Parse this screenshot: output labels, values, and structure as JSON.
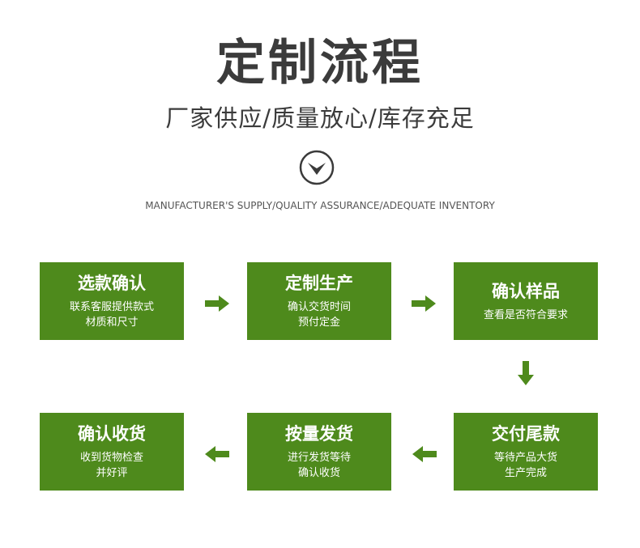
{
  "header": {
    "title": "定制流程",
    "subtitle": "厂家供应/质量放心/库存充足",
    "english": "MANUFACTURER'S SUPPLY/QUALITY ASSURANCE/ADEQUATE INVENTORY"
  },
  "colors": {
    "box": "#4e8a1c",
    "arrow": "#4e8a1c",
    "text": "#3b3b3b"
  },
  "steps": [
    {
      "title": "选款确认",
      "line1": "联系客服提供款式",
      "line2": "材质和尺寸"
    },
    {
      "title": "定制生产",
      "line1": "确认交货时间",
      "line2": "预付定金"
    },
    {
      "title": "确认样品",
      "line1": "查看是否符合要求",
      "line2": ""
    },
    {
      "title": "交付尾款",
      "line1": "等待产品大货",
      "line2": "生产完成"
    },
    {
      "title": "按量发货",
      "line1": "进行发货等待",
      "line2": "确认收货"
    },
    {
      "title": "确认收货",
      "line1": "收到货物检查",
      "line2": "并好评"
    }
  ],
  "icons": {
    "header_icon": "chevron-down-circle-icon",
    "arrow_right": "arrow-right-icon",
    "arrow_down": "arrow-down-icon",
    "arrow_left": "arrow-left-icon"
  }
}
